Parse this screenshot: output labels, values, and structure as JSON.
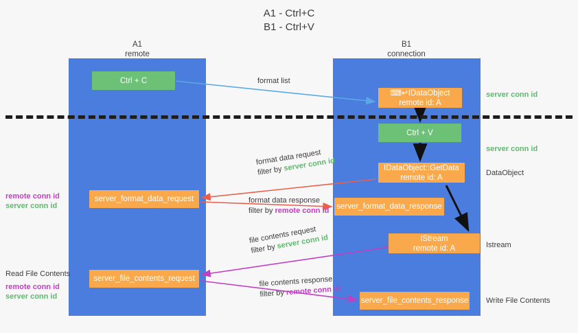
{
  "title": {
    "line1": "A1 - Ctrl+C",
    "line2": "B1 - Ctrl+V"
  },
  "lanes": [
    {
      "id": "a1",
      "name": "A1",
      "role": "remote",
      "color": "#4a7ddd"
    },
    {
      "id": "b1",
      "name": "B1",
      "role": "connection",
      "color": "#4a7ddd"
    }
  ],
  "colors": {
    "lane": "#4a7ddd",
    "orange_node": "#f9a94b",
    "green_node": "#6cc177",
    "server_conn_id": "#5eb96e",
    "remote_conn_id": "#c23ec2",
    "format_list_arrow": "#5aa9e6",
    "format_data_arrow": "#e8604c",
    "file_contents_arrow": "#c23ec2",
    "background": "#f7f7f7",
    "divider": "#1d1d1d"
  },
  "nodes": {
    "ctrl_c": {
      "label": "Ctrl + C",
      "sub": ""
    },
    "idataobject": {
      "label": "⌨↵IDataObject",
      "sub": "remote id: A"
    },
    "ctrl_v": {
      "label": "Ctrl + V",
      "sub": ""
    },
    "getdata": {
      "label": "IDataObject::GetData",
      "sub": "remote id: A"
    },
    "server_format_data_request": {
      "label": "server_format_data_request",
      "sub": ""
    },
    "server_format_data_response": {
      "label": "server_format_data_response",
      "sub": ""
    },
    "istream": {
      "label": "IStream",
      "sub": "remote id: A"
    },
    "server_file_contents_request": {
      "label": "server_file_contents_request",
      "sub": ""
    },
    "server_file_contents_response": {
      "label": "server_file_contents_response",
      "sub": ""
    }
  },
  "edges": {
    "format_list": {
      "label": "format list",
      "filter_prefix": "",
      "filter_value": ""
    },
    "format_data_request": {
      "label": "format data request",
      "filter_prefix": "filter by ",
      "filter_value": "server conn id"
    },
    "format_data_response": {
      "label": "format data response",
      "filter_prefix": "filter by ",
      "filter_value": "remote conn id"
    },
    "file_contents_request": {
      "label": "file contents request",
      "filter_prefix": "filter by ",
      "filter_value": "server conn id"
    },
    "file_contents_response": {
      "label": "file contents response",
      "filter_prefix": "filter by ",
      "filter_value": "remote conn id"
    }
  },
  "annotations": {
    "right": {
      "server_conn_id_top": "server conn id",
      "server_conn_id_mid": "server conn id",
      "dataobject": "DataObject",
      "istream": "Istream",
      "write_file_contents": "Write File Contents"
    },
    "left": {
      "remote_conn_id_1": "remote conn id",
      "server_conn_id_1": "server conn id",
      "read_file_contents": "Read File Contents",
      "remote_conn_id_2": "remote conn id",
      "server_conn_id_2": "server conn id"
    }
  }
}
